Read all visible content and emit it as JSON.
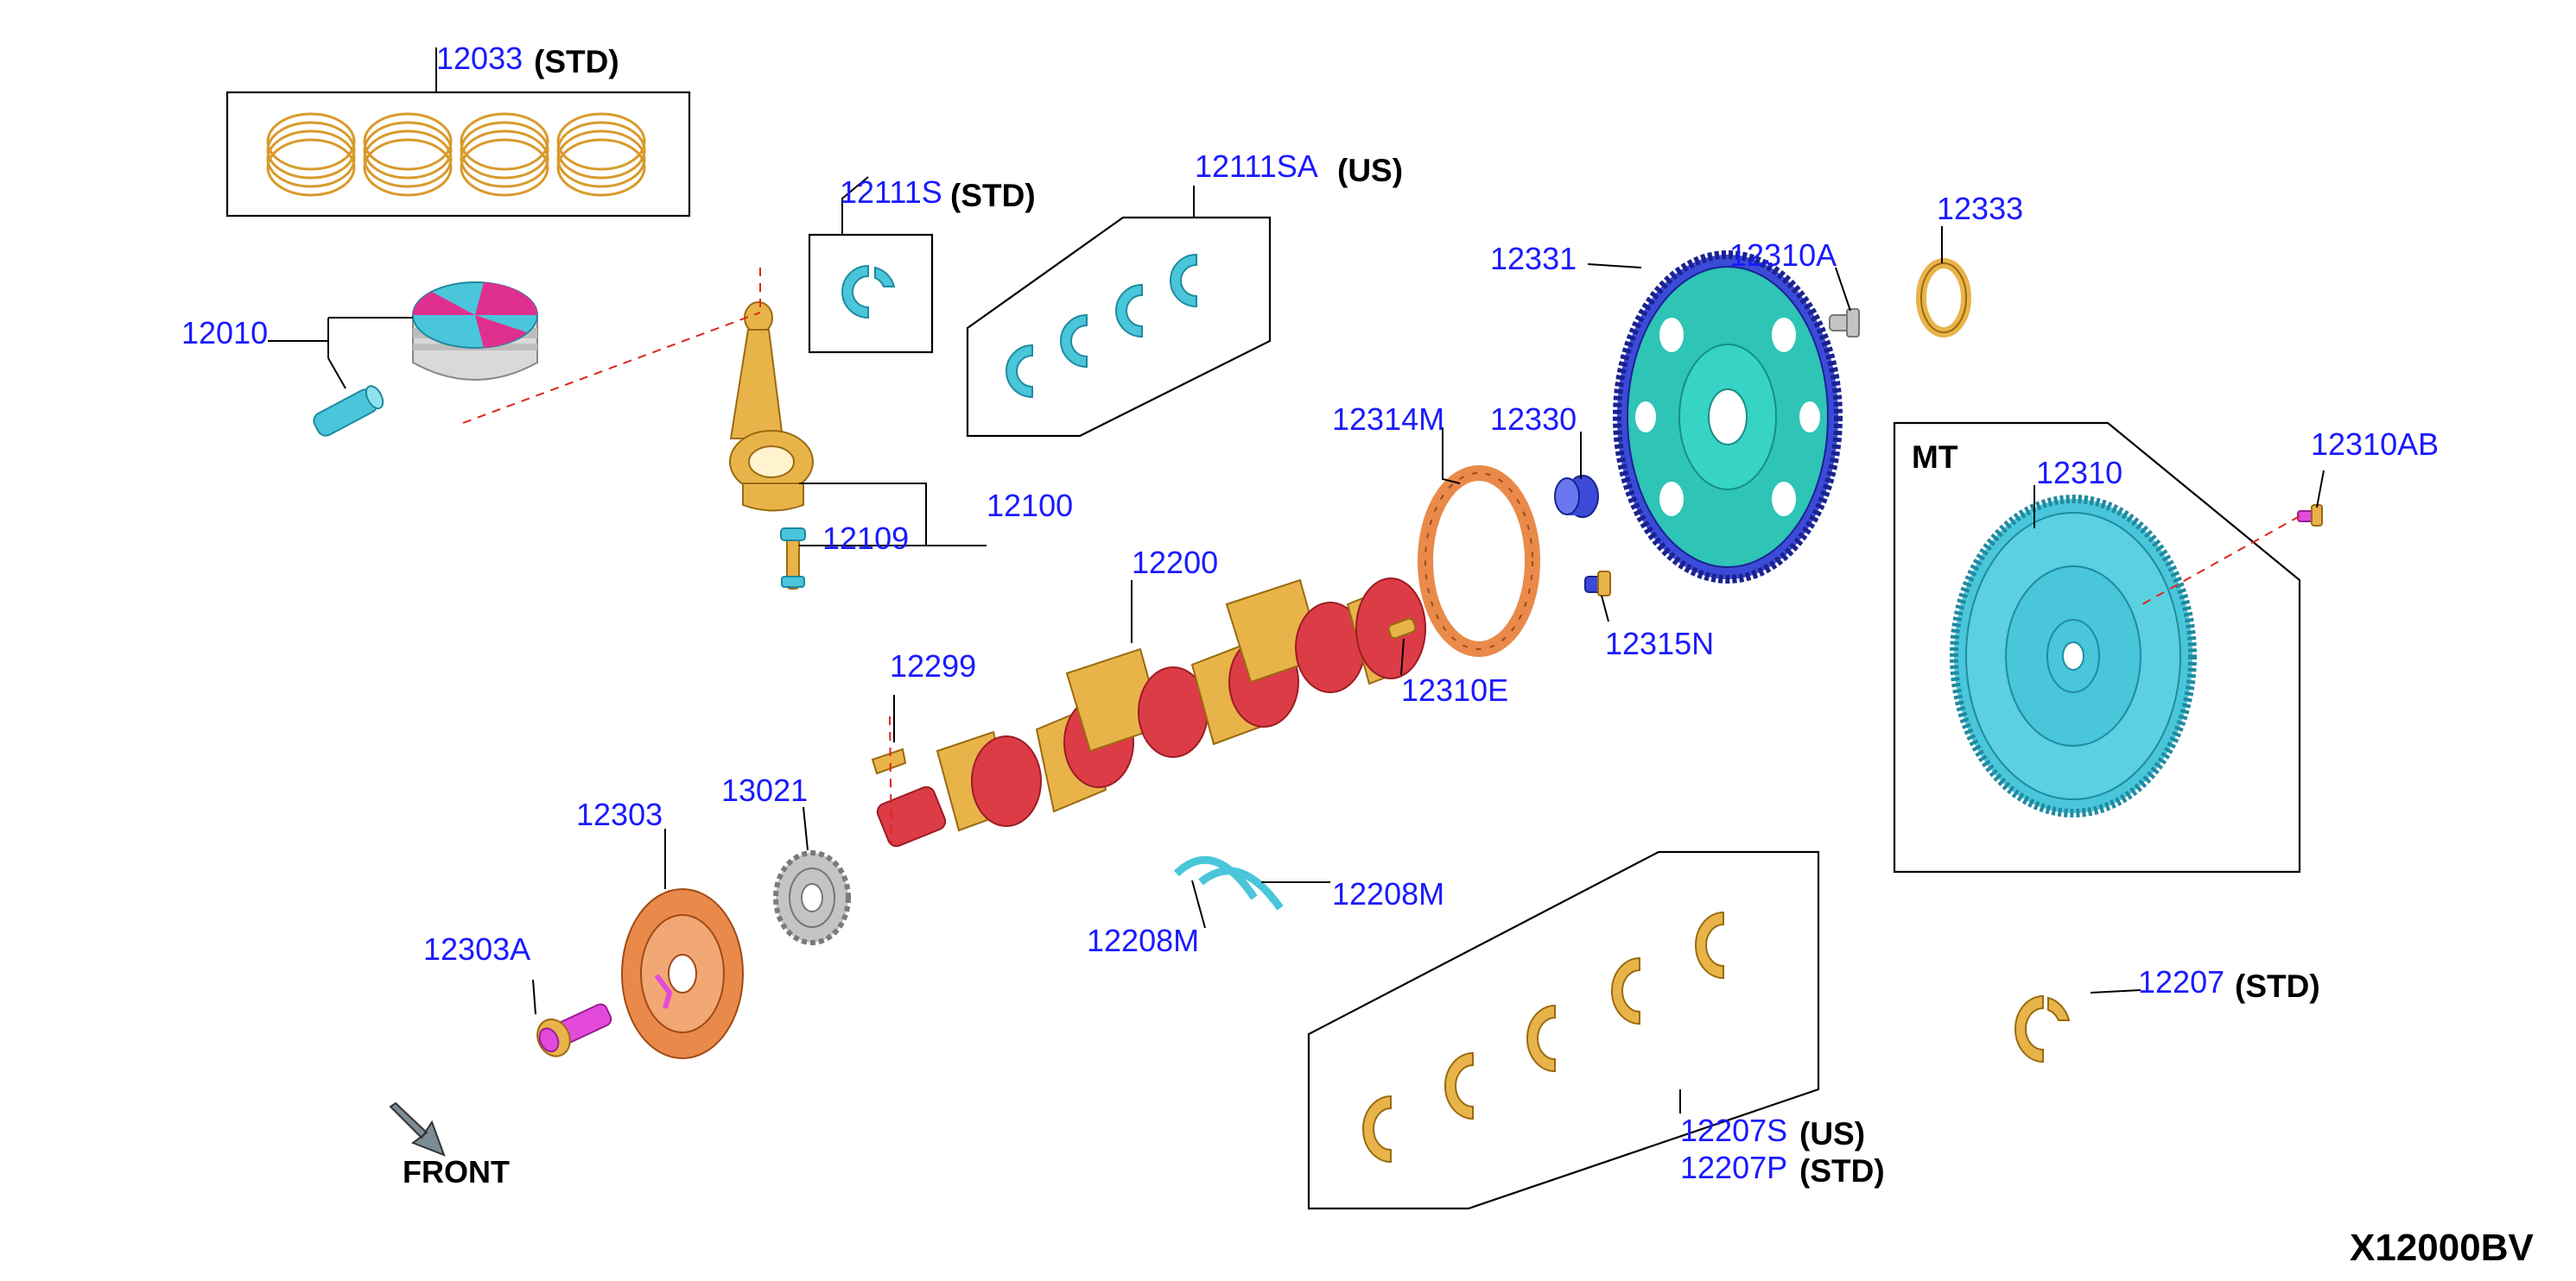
{
  "diagram": {
    "code": "X12000BV",
    "front_label": "FRONT",
    "mt_label": "MT"
  },
  "callouts": {
    "p12033": "12033",
    "p12111S": "12111S",
    "p12111SA": "12111SA",
    "p12010": "12010",
    "p12100": "12100",
    "p12109": "12109",
    "p12331": "12331",
    "p12310A": "12310A",
    "p12333": "12333",
    "p12314M": "12314M",
    "p12330": "12330",
    "p12310AB": "12310AB",
    "p12310": "12310",
    "p12200": "12200",
    "p12315N": "12315N",
    "p12310E": "12310E",
    "p12299": "12299",
    "p12303": "12303",
    "p13021": "13021",
    "p12303A": "12303A",
    "p12208M_a": "12208M",
    "p12208M_b": "12208M",
    "p12207": "12207",
    "p12207S": "12207S",
    "p12207P": "12207P"
  },
  "qualifiers": {
    "std": "(STD)",
    "us": "(US)"
  }
}
